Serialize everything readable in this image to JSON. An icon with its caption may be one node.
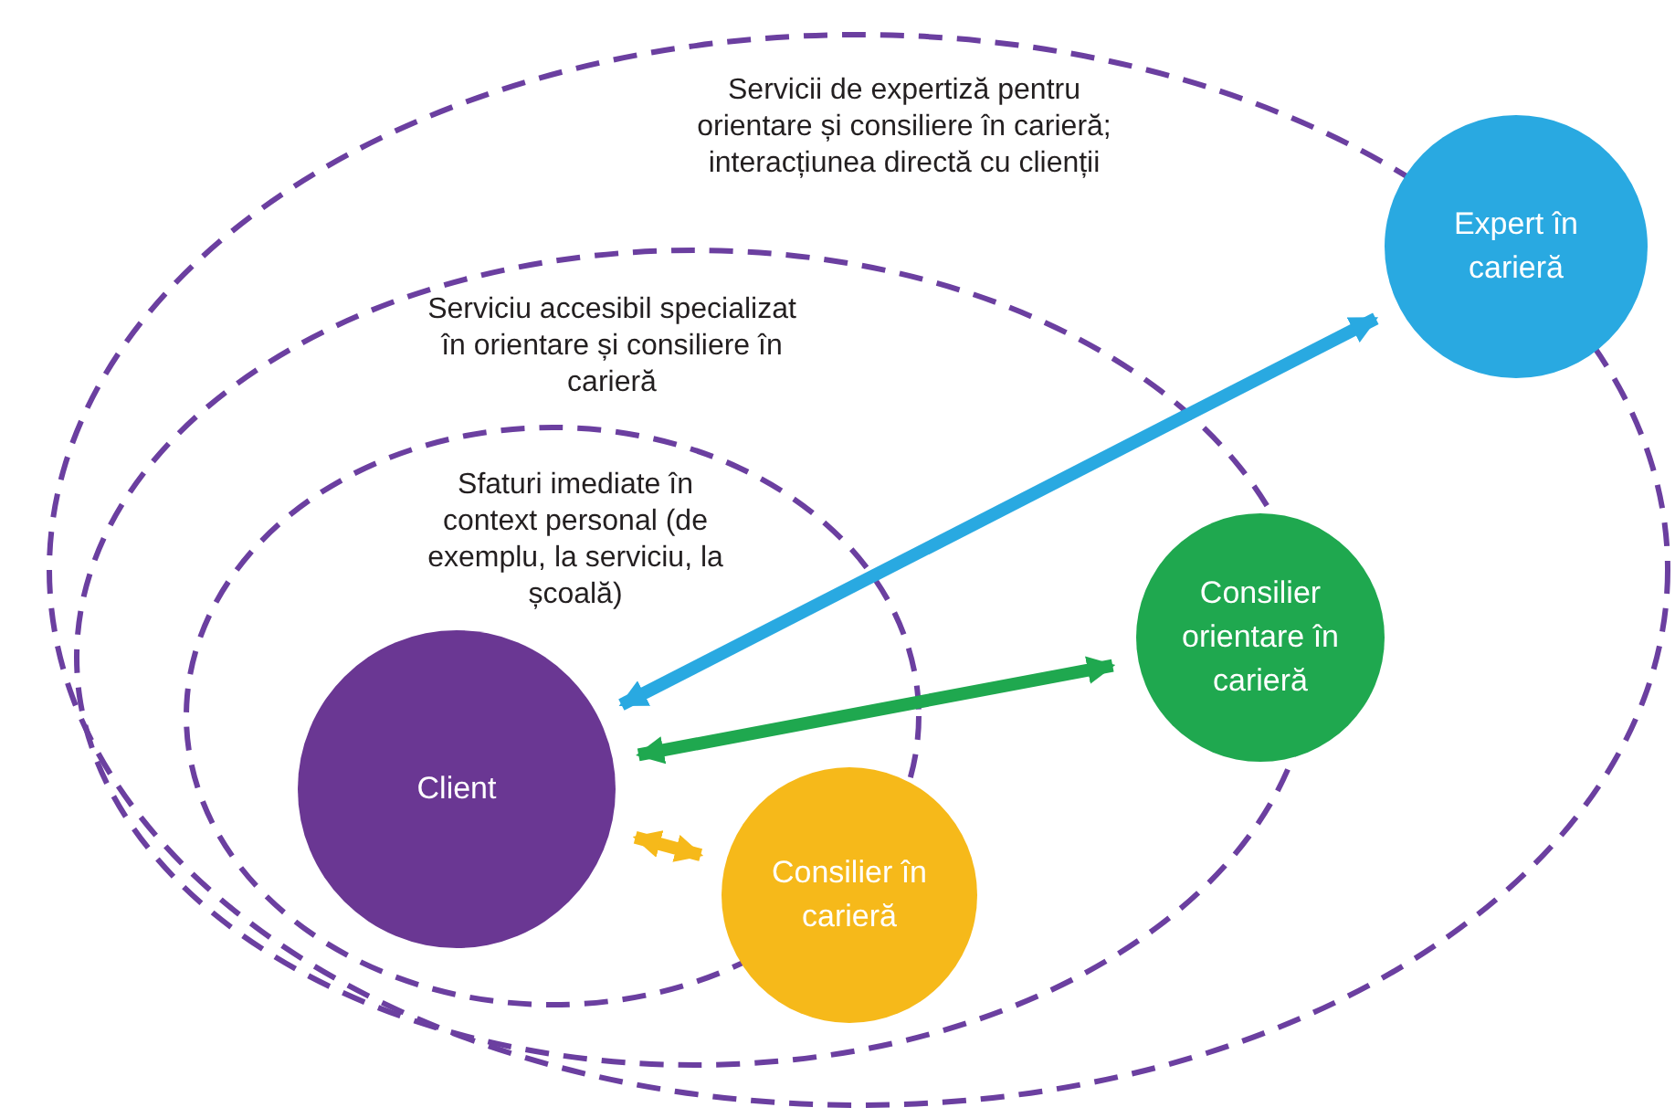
{
  "diagram": {
    "nodes": [
      {
        "text": [
          "Servicii de expertiză pentru orientare și consiliere în carieră; interacțiunea directă cu clienții"
        ]
      },
      {
        "text": [
          "Serviciu accesibil specializat în orientare și consiliere în carieră"
        ],
        "in": 0
      },
      {
        "text": [
          "Sfaturi imediate în context personal (de exemplu, la serviciu, la școală)"
        ],
        "in": 1
      },
      {
        "text": [
          "Client"
        ],
        "in": 2
      },
      {
        "text": [
          "Consilier în carieră"
        ],
        "in": 1
      },
      {
        "text": [
          "Consilier orientare în carieră"
        ],
        "in": 0
      },
      {
        "text": [
          "Expert în carieră"
        ]
      }
    ],
    "edges": [
      {
        "from": 3,
        "to": 6,
        "arrow": "both",
        "color": "#29a9e1"
      },
      {
        "from": 3,
        "to": 5,
        "arrow": "both",
        "color": "#1fa84f"
      },
      {
        "from": 3,
        "to": 4,
        "arrow": "both",
        "color": "#f6b91a"
      }
    ]
  }
}
